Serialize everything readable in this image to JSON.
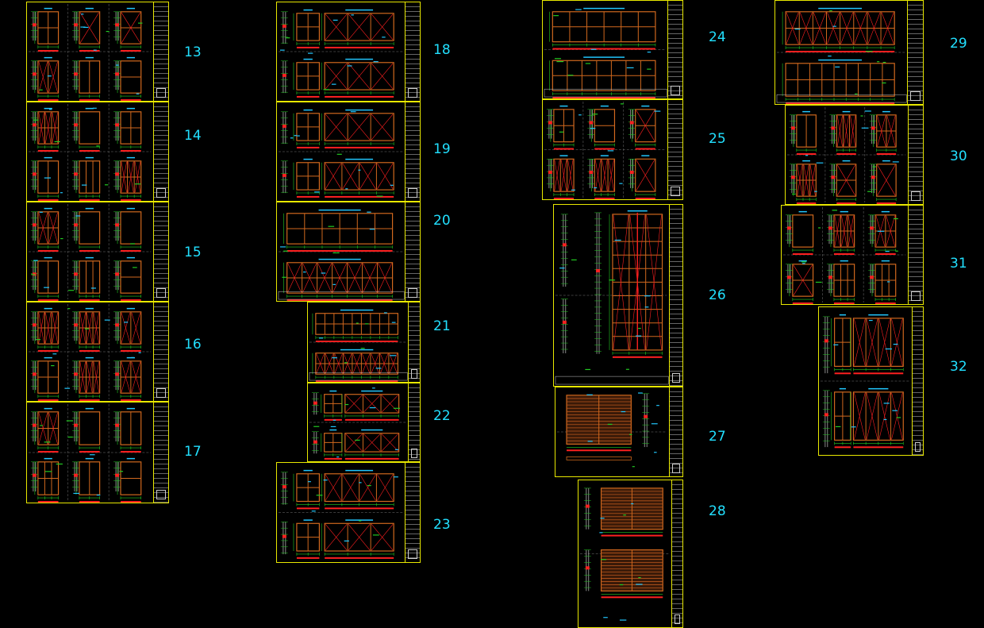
{
  "colors": {
    "background": "#000000",
    "border": "#e8e800",
    "label": "#22e0ff",
    "frame": "#d2691e",
    "hatch": "#ff2020",
    "dimension": "#22cc22",
    "text": "#c8c8c8",
    "cyan_note": "#22c8ff"
  },
  "sheets": [
    {
      "number": "13",
      "style": "mixed"
    },
    {
      "number": "14",
      "style": "mixed"
    },
    {
      "number": "15",
      "style": "mixed"
    },
    {
      "number": "16",
      "style": "mixed"
    },
    {
      "number": "17",
      "style": "mixed"
    },
    {
      "number": "18",
      "style": "panels"
    },
    {
      "number": "19",
      "style": "panels"
    },
    {
      "number": "20",
      "style": "grid"
    },
    {
      "number": "21",
      "style": "grid"
    },
    {
      "number": "22",
      "style": "panels"
    },
    {
      "number": "23",
      "style": "panels"
    },
    {
      "number": "24",
      "style": "grid"
    },
    {
      "number": "25",
      "style": "mixed"
    },
    {
      "number": "26",
      "style": "grid"
    },
    {
      "number": "27",
      "style": "wood"
    },
    {
      "number": "28",
      "style": "wood"
    },
    {
      "number": "29",
      "style": "grid"
    },
    {
      "number": "30",
      "style": "mixed"
    },
    {
      "number": "31",
      "style": "mixed"
    },
    {
      "number": "32",
      "style": "panels"
    }
  ]
}
